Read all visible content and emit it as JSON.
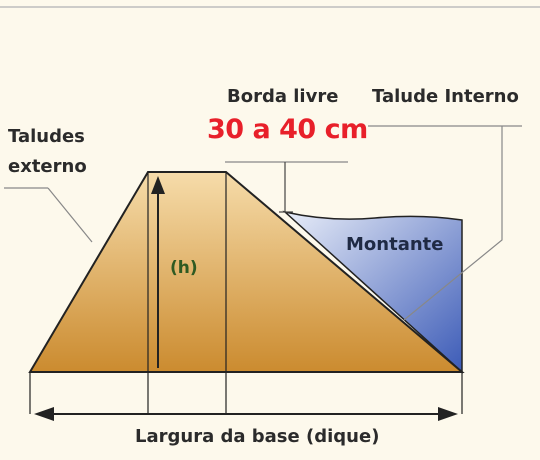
{
  "labels": {
    "taludes_externo": "Taludes\nexterno",
    "borda_livre": "Borda livre",
    "medida": "30 a 40 cm",
    "talude_interno": "Talude Interno",
    "montante": "Montante",
    "altura": "(h)",
    "largura_base": "Largura da base (dique)"
  },
  "colors": {
    "background": "#fdf9ec",
    "earth_top": "#f6dcaa",
    "earth_bottom": "#cb8b2f",
    "water_top": "#e8edf8",
    "water_bottom": "#3c5bb7",
    "text": "#2b2b2b",
    "highlight": "#e8202a",
    "height_label": "#2f5a22"
  }
}
